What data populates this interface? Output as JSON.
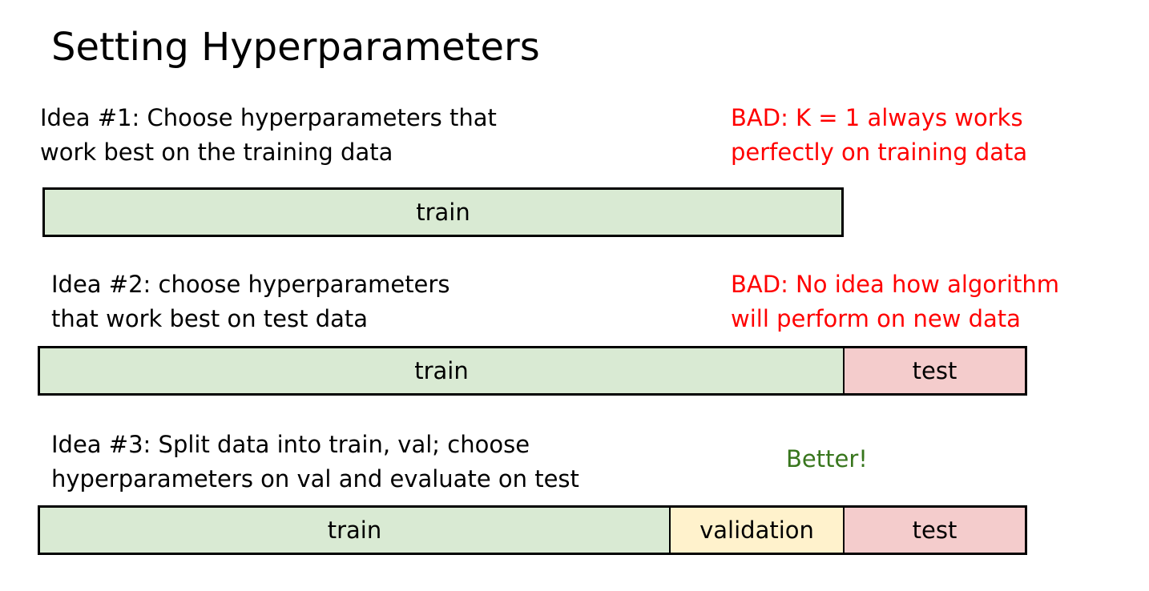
{
  "title": "Setting Hyperparameters",
  "colors": {
    "train": "#d9ead3",
    "validation": "#fff2cc",
    "test": "#f4cccc",
    "bad": "#ff0000",
    "better": "#38761d"
  },
  "ideas": [
    {
      "lines": [
        "Idea #1: Choose hyperparameters that",
        "work best on the training data"
      ],
      "verdict_lines": [
        "BAD: K = 1 always works",
        "perfectly on training data"
      ],
      "segments": [
        "train"
      ]
    },
    {
      "lines": [
        "Idea #2: choose hyperparameters",
        "that work best on test data"
      ],
      "verdict_lines": [
        "BAD: No idea how algorithm",
        "will perform on new data"
      ],
      "segments": [
        "train",
        "test"
      ]
    },
    {
      "lines": [
        "Idea #3: Split data into train, val; choose",
        "hyperparameters on val and evaluate on test"
      ],
      "verdict_lines": [
        "Better!"
      ],
      "segments": [
        "train",
        "validation",
        "test"
      ]
    }
  ]
}
